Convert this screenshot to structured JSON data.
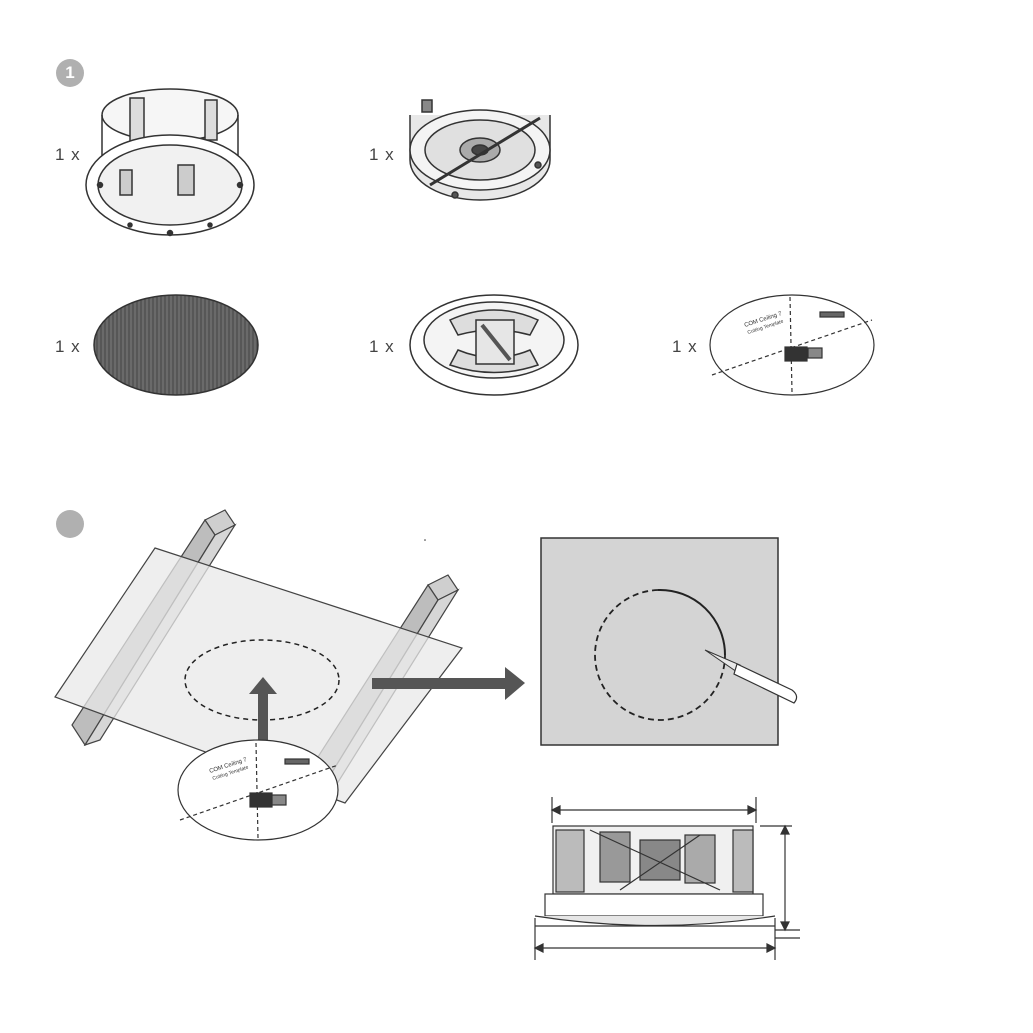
{
  "step1": {
    "badge": "1",
    "items": [
      {
        "qty": "1 x",
        "icon": "mounting-frame-icon"
      },
      {
        "qty": "1 x",
        "icon": "speaker-unit-icon"
      },
      {
        "qty": "1 x",
        "icon": "grille-icon"
      },
      {
        "qty": "1 x",
        "icon": "paint-mask-icon"
      },
      {
        "qty": "1 x",
        "icon": "cutting-template-icon"
      }
    ]
  },
  "step2": {
    "badge": "",
    "icons": [
      "ceiling-panel-icon",
      "cut-circle-knife-icon",
      "speaker-dimension-icon"
    ]
  },
  "template_text": {
    "line1": "COM Ceiling 7",
    "line2": "Cutting Template"
  }
}
